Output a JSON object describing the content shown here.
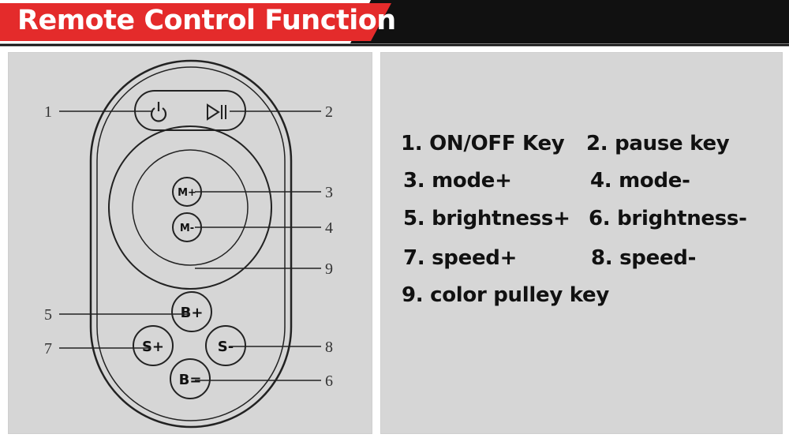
{
  "banner": {
    "title": "Remote Control Function"
  },
  "diagram": {
    "buttons": {
      "mode_plus": "M+",
      "mode_minus": "M-",
      "bright_plus": "B+",
      "bright_minus": "B=",
      "speed_plus": "S+",
      "speed_minus": "S-"
    },
    "callouts": [
      "1",
      "2",
      "3",
      "4",
      "9",
      "5",
      "7",
      "8",
      "6"
    ]
  },
  "legend": [
    "1. ON/OFF Key",
    "2. pause key",
    "3. mode+",
    "4. mode-",
    "5. brightness+",
    "6. brightness-",
    "7. speed+",
    "8. speed-",
    "9. color pulley key"
  ],
  "colors": {
    "banner_red": "#e42b2b",
    "banner_black": "#111111",
    "panel_gray": "#d6d6d6"
  }
}
